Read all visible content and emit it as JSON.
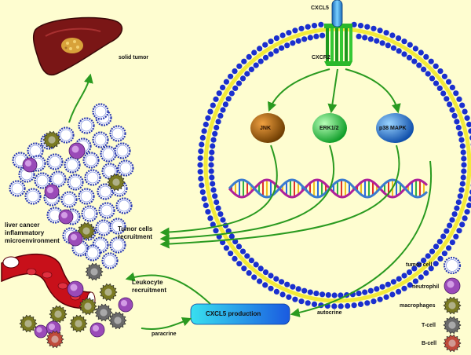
{
  "title": "",
  "membrane": {
    "ligand": "CXCL5",
    "receptor": "CXCR2"
  },
  "kinases": [
    {
      "label": "JNK",
      "color": "#d15a0c"
    },
    {
      "label": "ERK1/2",
      "color": "#19c93a"
    },
    {
      "label": "p38 MAPK",
      "color": "#1b76d8"
    }
  ],
  "labels": {
    "solid_tumor": "solid tumor",
    "microenvironment": [
      "liver cancer",
      "inflammatory",
      "microenvironment"
    ],
    "recruitment": [
      "Tumor cells",
      "recruitment"
    ],
    "leukocyte": [
      "Leukocyte",
      "recruitment"
    ],
    "production": "CXCL5 production",
    "autocrine": "autocrine",
    "paracrine": "paracrine"
  },
  "legend": [
    {
      "label": "tumor cell",
      "icon": "tumor-cell-icon"
    },
    {
      "label": "neutrophil",
      "icon": "neutrophil-icon"
    },
    {
      "label": "macrophages",
      "icon": "macrophage-icon"
    },
    {
      "label": "T-cell",
      "icon": "t-cell-icon"
    },
    {
      "label": "B-cell",
      "icon": "b-cell-icon"
    }
  ],
  "colors": {
    "background": "#fefdd0",
    "membrane_blue": "#1a2fcf",
    "membrane_yellow": "#f2ea3a",
    "arrow": "#2a9a20",
    "liver": "#7a1a1a",
    "neutrophil": "#9a4ab8",
    "macrophage": "#7a7a22",
    "t_cell": "#6a6a6a",
    "b_cell": "#c04a3a",
    "production_box": "#2a9ae0"
  }
}
